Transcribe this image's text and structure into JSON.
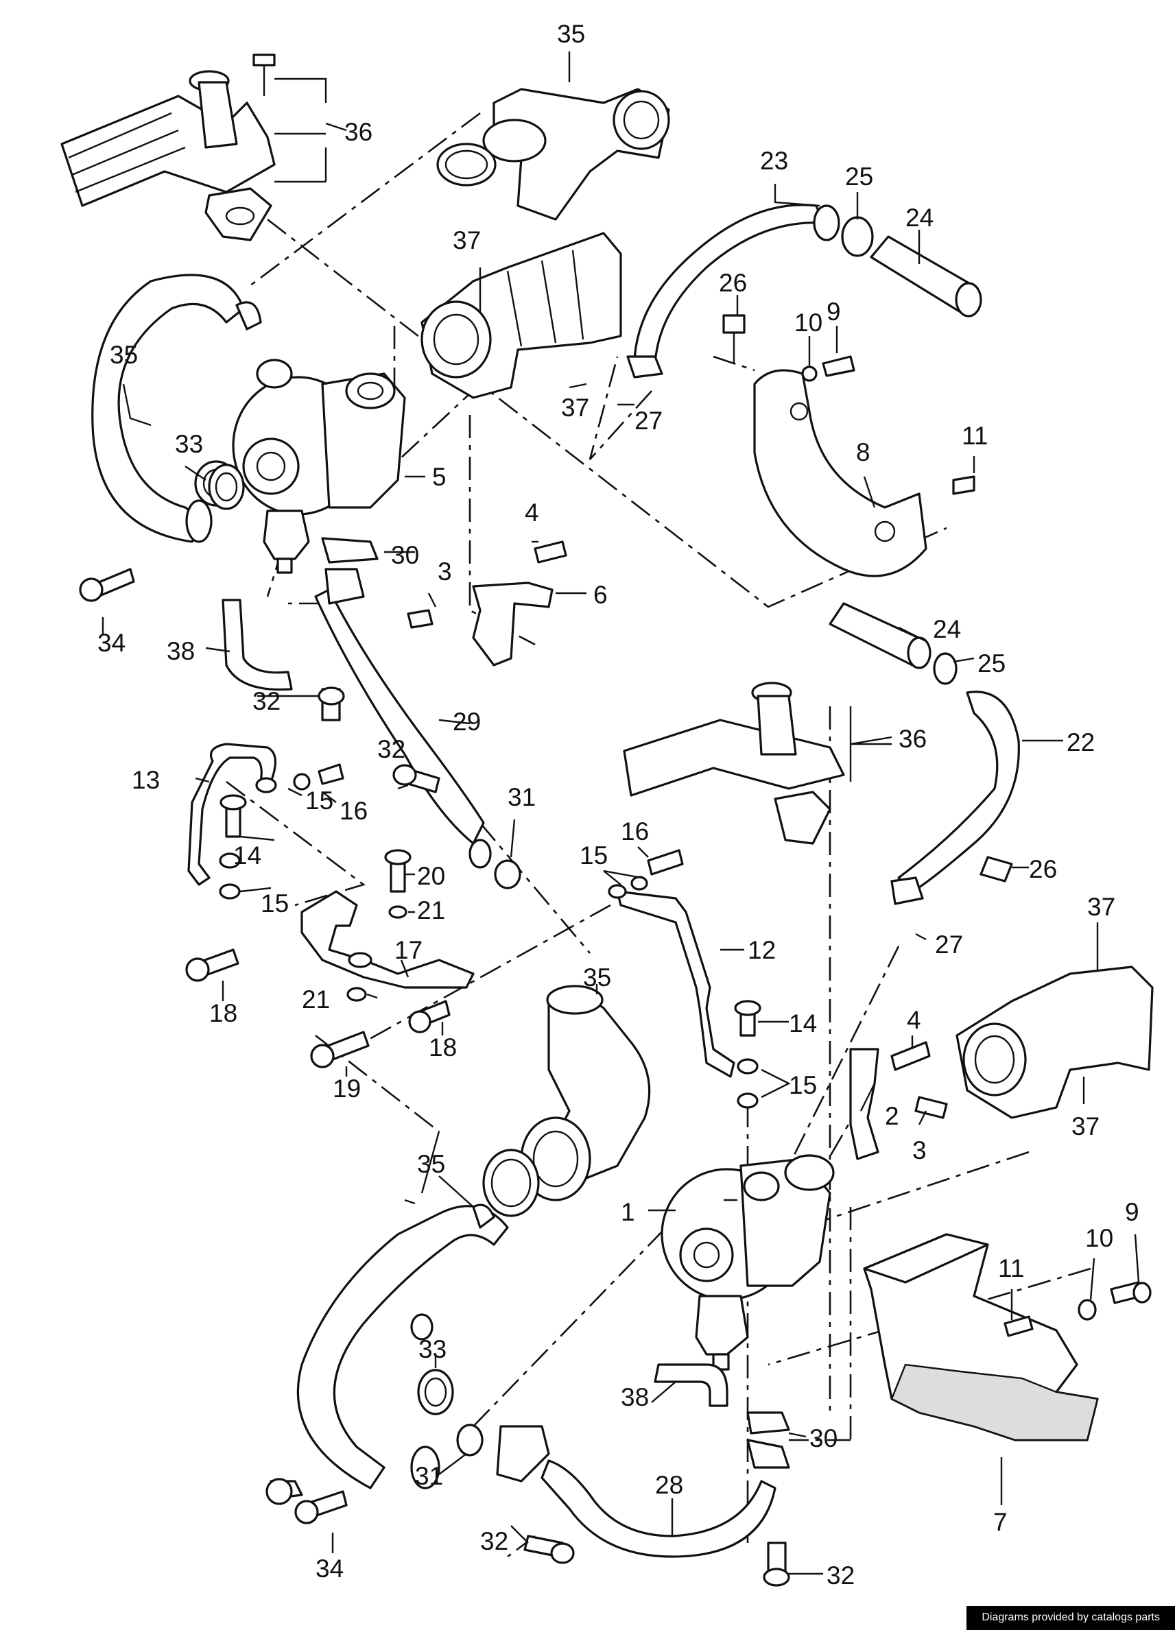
{
  "diagram": {
    "callouts": [
      "1",
      "2",
      "3",
      "3",
      "4",
      "4",
      "5",
      "6",
      "7",
      "8",
      "9",
      "9",
      "10",
      "10",
      "11",
      "11",
      "12",
      "13",
      "14",
      "14",
      "15",
      "15",
      "15",
      "15",
      "16",
      "16",
      "17",
      "18",
      "18",
      "19",
      "20",
      "21",
      "21",
      "22",
      "23",
      "24",
      "24",
      "25",
      "25",
      "26",
      "26",
      "27",
      "27",
      "28",
      "29",
      "30",
      "30",
      "31",
      "31",
      "32",
      "32",
      "32",
      "32",
      "33",
      "33",
      "34",
      "34",
      "35",
      "35",
      "35",
      "35",
      "36",
      "36",
      "37",
      "37",
      "37",
      "37",
      "38",
      "38"
    ],
    "credit": "Diagrams provided by catalogs parts"
  }
}
